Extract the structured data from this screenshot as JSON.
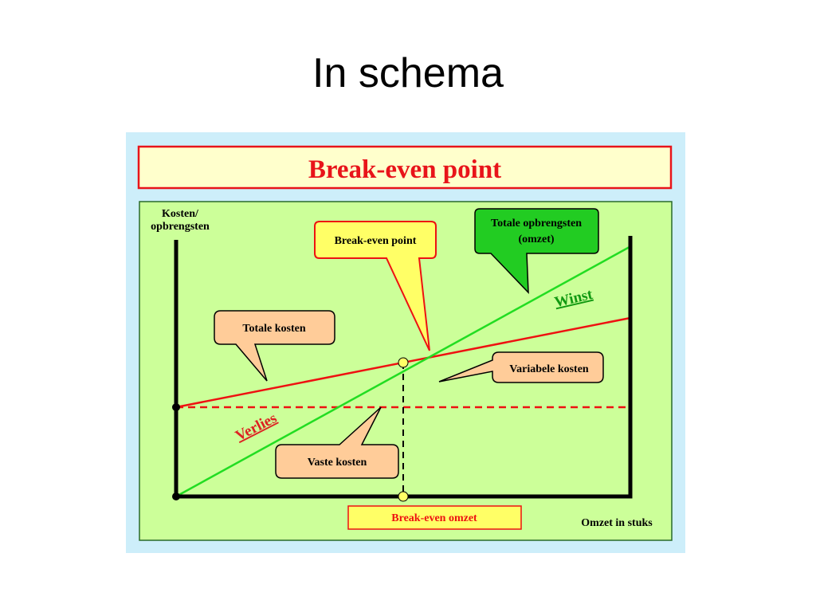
{
  "slide": {
    "title": "In schema"
  },
  "diagram": {
    "banner_title": "Break-even point",
    "y_axis_label": [
      "Kosten/",
      "opbrengsten"
    ],
    "x_axis_label": "Omzet in stuks",
    "break_even_revenue_label": "Break-even omzet",
    "callouts": {
      "break_even_point": "Break-even point",
      "total_revenue": [
        "Totale opbrengsten",
        "(omzet)"
      ],
      "total_costs": "Totale kosten",
      "variable_costs": "Variabele kosten",
      "fixed_costs": "Vaste kosten"
    },
    "region_labels": {
      "profit": "Winst",
      "loss": "Verlies"
    },
    "lines": {
      "fixed_costs": {
        "start": 0.5,
        "end": 0.5
      },
      "total_costs": {
        "start": 0.5,
        "end": 1.0
      },
      "total_revenue": {
        "start": 0.0,
        "end": 1.4
      },
      "break_even_quantity": 0.5
    },
    "colors": {
      "figure_background": "#cdeefa",
      "plot_background": "#ccff99",
      "banner_background": "#ffffcc",
      "banner_text": "#e8141a",
      "revenue_line": "#22dd22",
      "cost_line": "#ee1111",
      "axis": "#000000",
      "callout_orange": "#ffcc99",
      "callout_yellow": "#ffff66",
      "callout_green": "#22cc22"
    }
  }
}
